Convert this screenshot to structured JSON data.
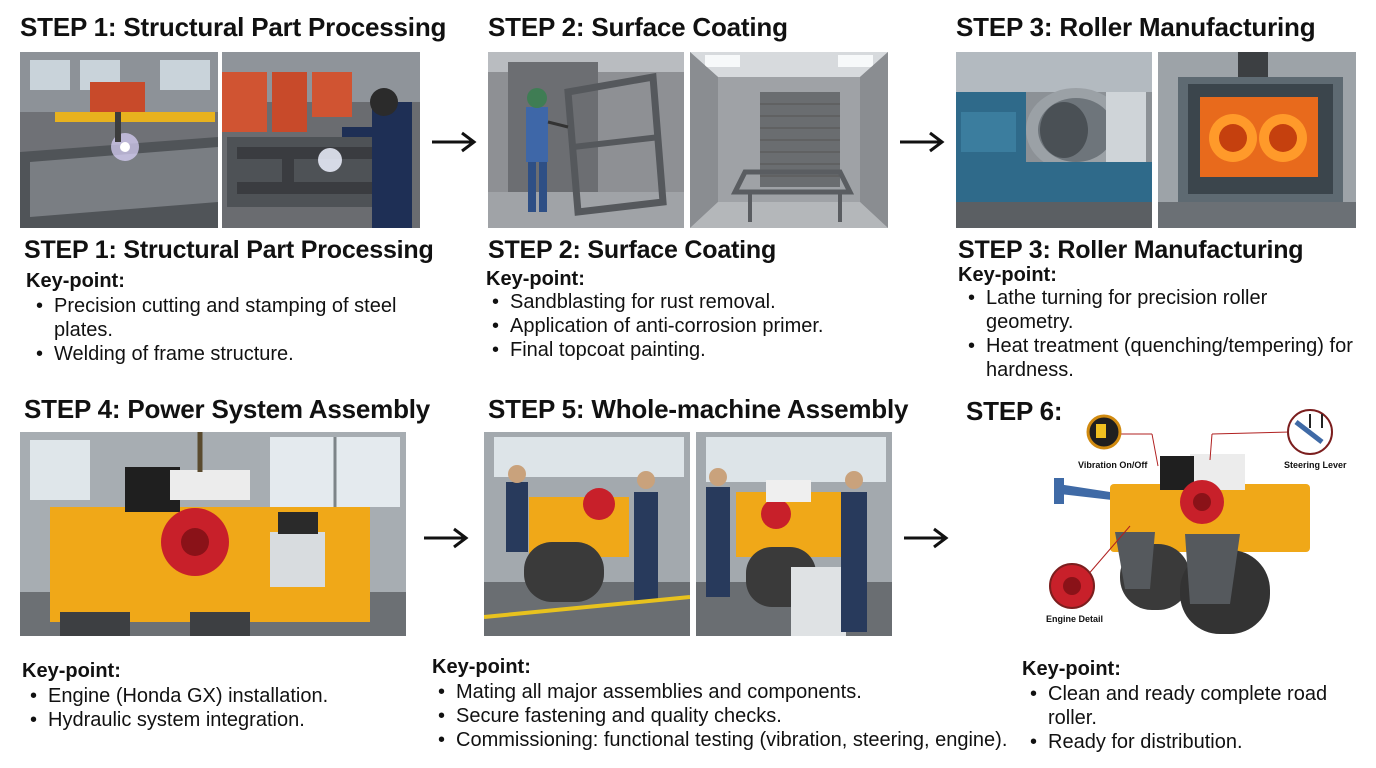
{
  "steps": [
    {
      "title": "STEP 1: Structural Part Processing",
      "subtitle": "STEP 1: Structural Part Processing",
      "keypoint_label": "Key-point:",
      "bullets": [
        "Precision cutting and stamping of steel plates.",
        "Welding of frame structure."
      ]
    },
    {
      "title": "STEP 2: Surface Coating",
      "subtitle": "STEP 2: Surface Coating",
      "keypoint_label": "Key-point:",
      "bullets": [
        "Sandblasting for rust removal.",
        "Application of anti-corrosion primer.",
        "Final topcoat painting."
      ]
    },
    {
      "title": "STEP 3: Roller Manufacturing",
      "subtitle": "STEP 3: Roller Manufacturing",
      "keypoint_label": "Key-point:",
      "bullets": [
        "Lathe turning for precision roller geometry.",
        "Heat treatment (quenching/tempering) for hardness."
      ]
    },
    {
      "title": "STEP 4: Power System Assembly",
      "keypoint_label": "Key-point:",
      "bullets": [
        "Engine (Honda GX) installation.",
        "Hydraulic system integration."
      ]
    },
    {
      "title": "STEP 5: Whole-machine Assembly",
      "keypoint_label": "Key-point:",
      "bullets": [
        "Mating all major assemblies and components.",
        "Secure fastening and quality checks.",
        "Commissioning: functional testing (vibration, steering, engine)."
      ]
    },
    {
      "title": "STEP 6:",
      "keypoint_label": "Key-point:",
      "bullets": [
        "Clean and ready complete road roller.",
        "Ready for distribution."
      ],
      "callouts": {
        "vibration": "Vibration On/Off",
        "steering": "Steering Lever",
        "engine": "Engine Detail"
      }
    }
  ],
  "colors": {
    "machine_yellow": "#f0a818",
    "engine_red": "#c8202a",
    "roller_dark": "#3a3a3a",
    "weld_glow": "#f4f0ff"
  }
}
